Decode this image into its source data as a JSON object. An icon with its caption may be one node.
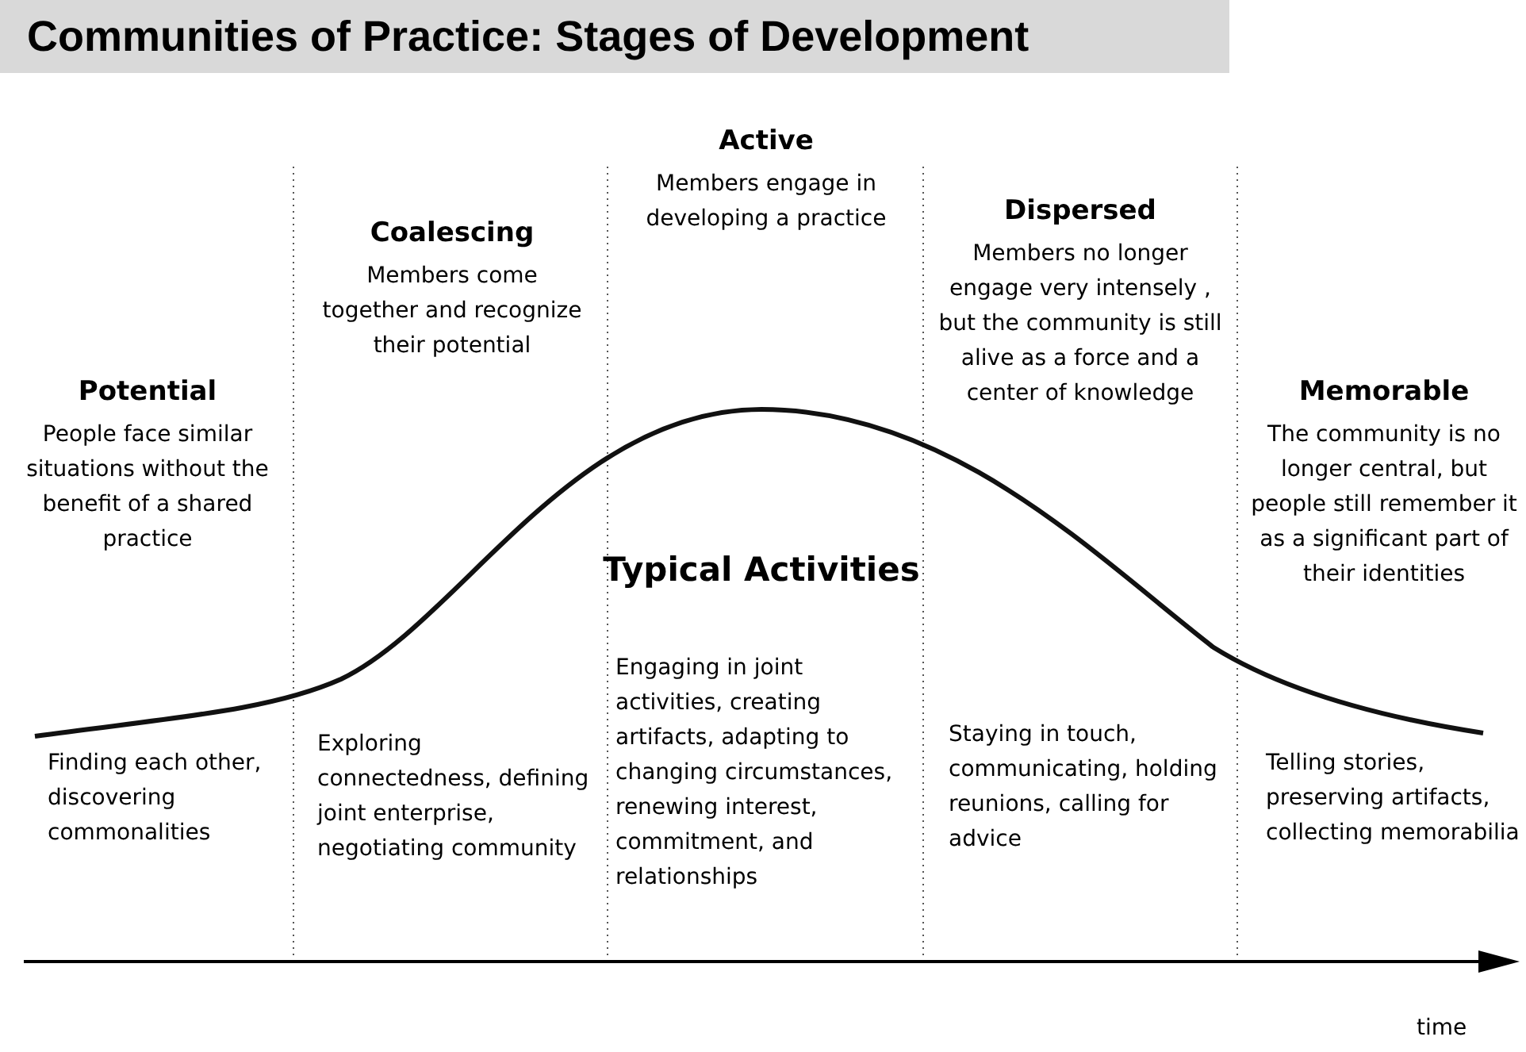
{
  "diagram": {
    "title": "Communities of Practice: Stages of Development",
    "labels": [
      "Potential",
      "People face similar situations without the benefit of a shared practice",
      "Coalescing",
      "Members come together and recognize their potential",
      "Active",
      "Members engage in developing a practice",
      "Dispersed",
      "Members no longer engage very intensely , but the community is still alive as a force and a center of knowledge",
      "Memorable",
      "The community is no longer central, but people still remember it as a significant part of their identities",
      "Typical Activities",
      "Finding each other, discovering commonalities",
      "Exploring connectedness, defining joint enterprise, negotiating community",
      "Engaging in joint activities, creating artifacts, adapting to changing circumstances, renewing interest, commitment, and relationships",
      "Staying in touch, communicating, holding reunions, calling for advice",
      "Telling stories, preserving artifacts, collecting memorabilia",
      "time"
    ]
  }
}
